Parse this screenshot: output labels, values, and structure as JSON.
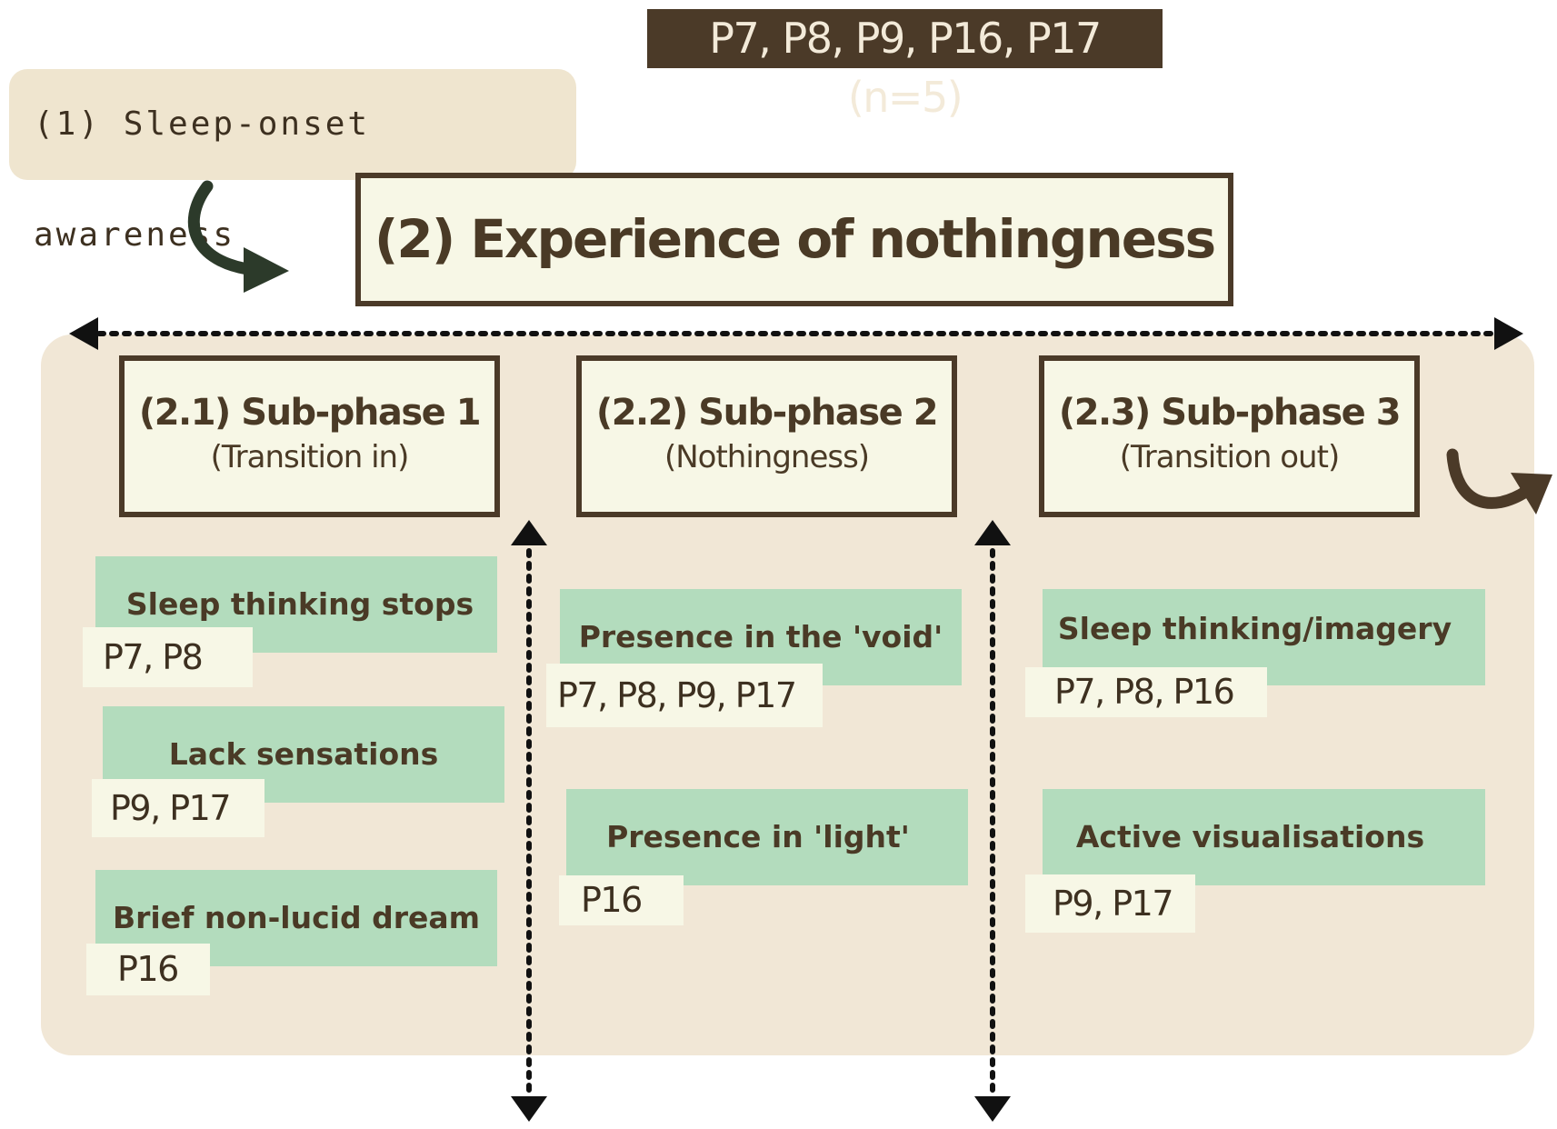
{
  "participants_label": "P7, P8, P9, P16, P17 (n=5)",
  "stage1_label": "(1) Sleep-onset awareness",
  "stage2_label": "(2) Experience of nothingness",
  "subphases": [
    {
      "title": "(2.1) Sub-phase 1",
      "subtitle": "(Transition in)",
      "findings": [
        {
          "label": "Sleep thinking stops",
          "participants": "P7, P8"
        },
        {
          "label": "Lack sensations",
          "participants": "P9, P17"
        },
        {
          "label": "Brief non-lucid dream",
          "participants": "P16"
        }
      ]
    },
    {
      "title": "(2.2) Sub-phase 2",
      "subtitle": "(Nothingness)",
      "findings": [
        {
          "label": "Presence in the 'void'",
          "participants": "P7, P8, P9, P17"
        },
        {
          "label": "Presence in 'light'",
          "participants": "P16"
        }
      ]
    },
    {
      "title": "(2.3) Sub-phase 3",
      "subtitle": "(Transition out)",
      "findings": [
        {
          "label": "Sleep thinking/imagery",
          "participants": "P7, P8, P16"
        },
        {
          "label": "Active visualisations",
          "participants": "P9, P17"
        }
      ]
    }
  ],
  "colors": {
    "dark_brown": "#4b3a28",
    "panel_beige": "#f1e7d6",
    "finding_green": "#b3dcbd",
    "arrow_green": "#2c3a2a"
  }
}
